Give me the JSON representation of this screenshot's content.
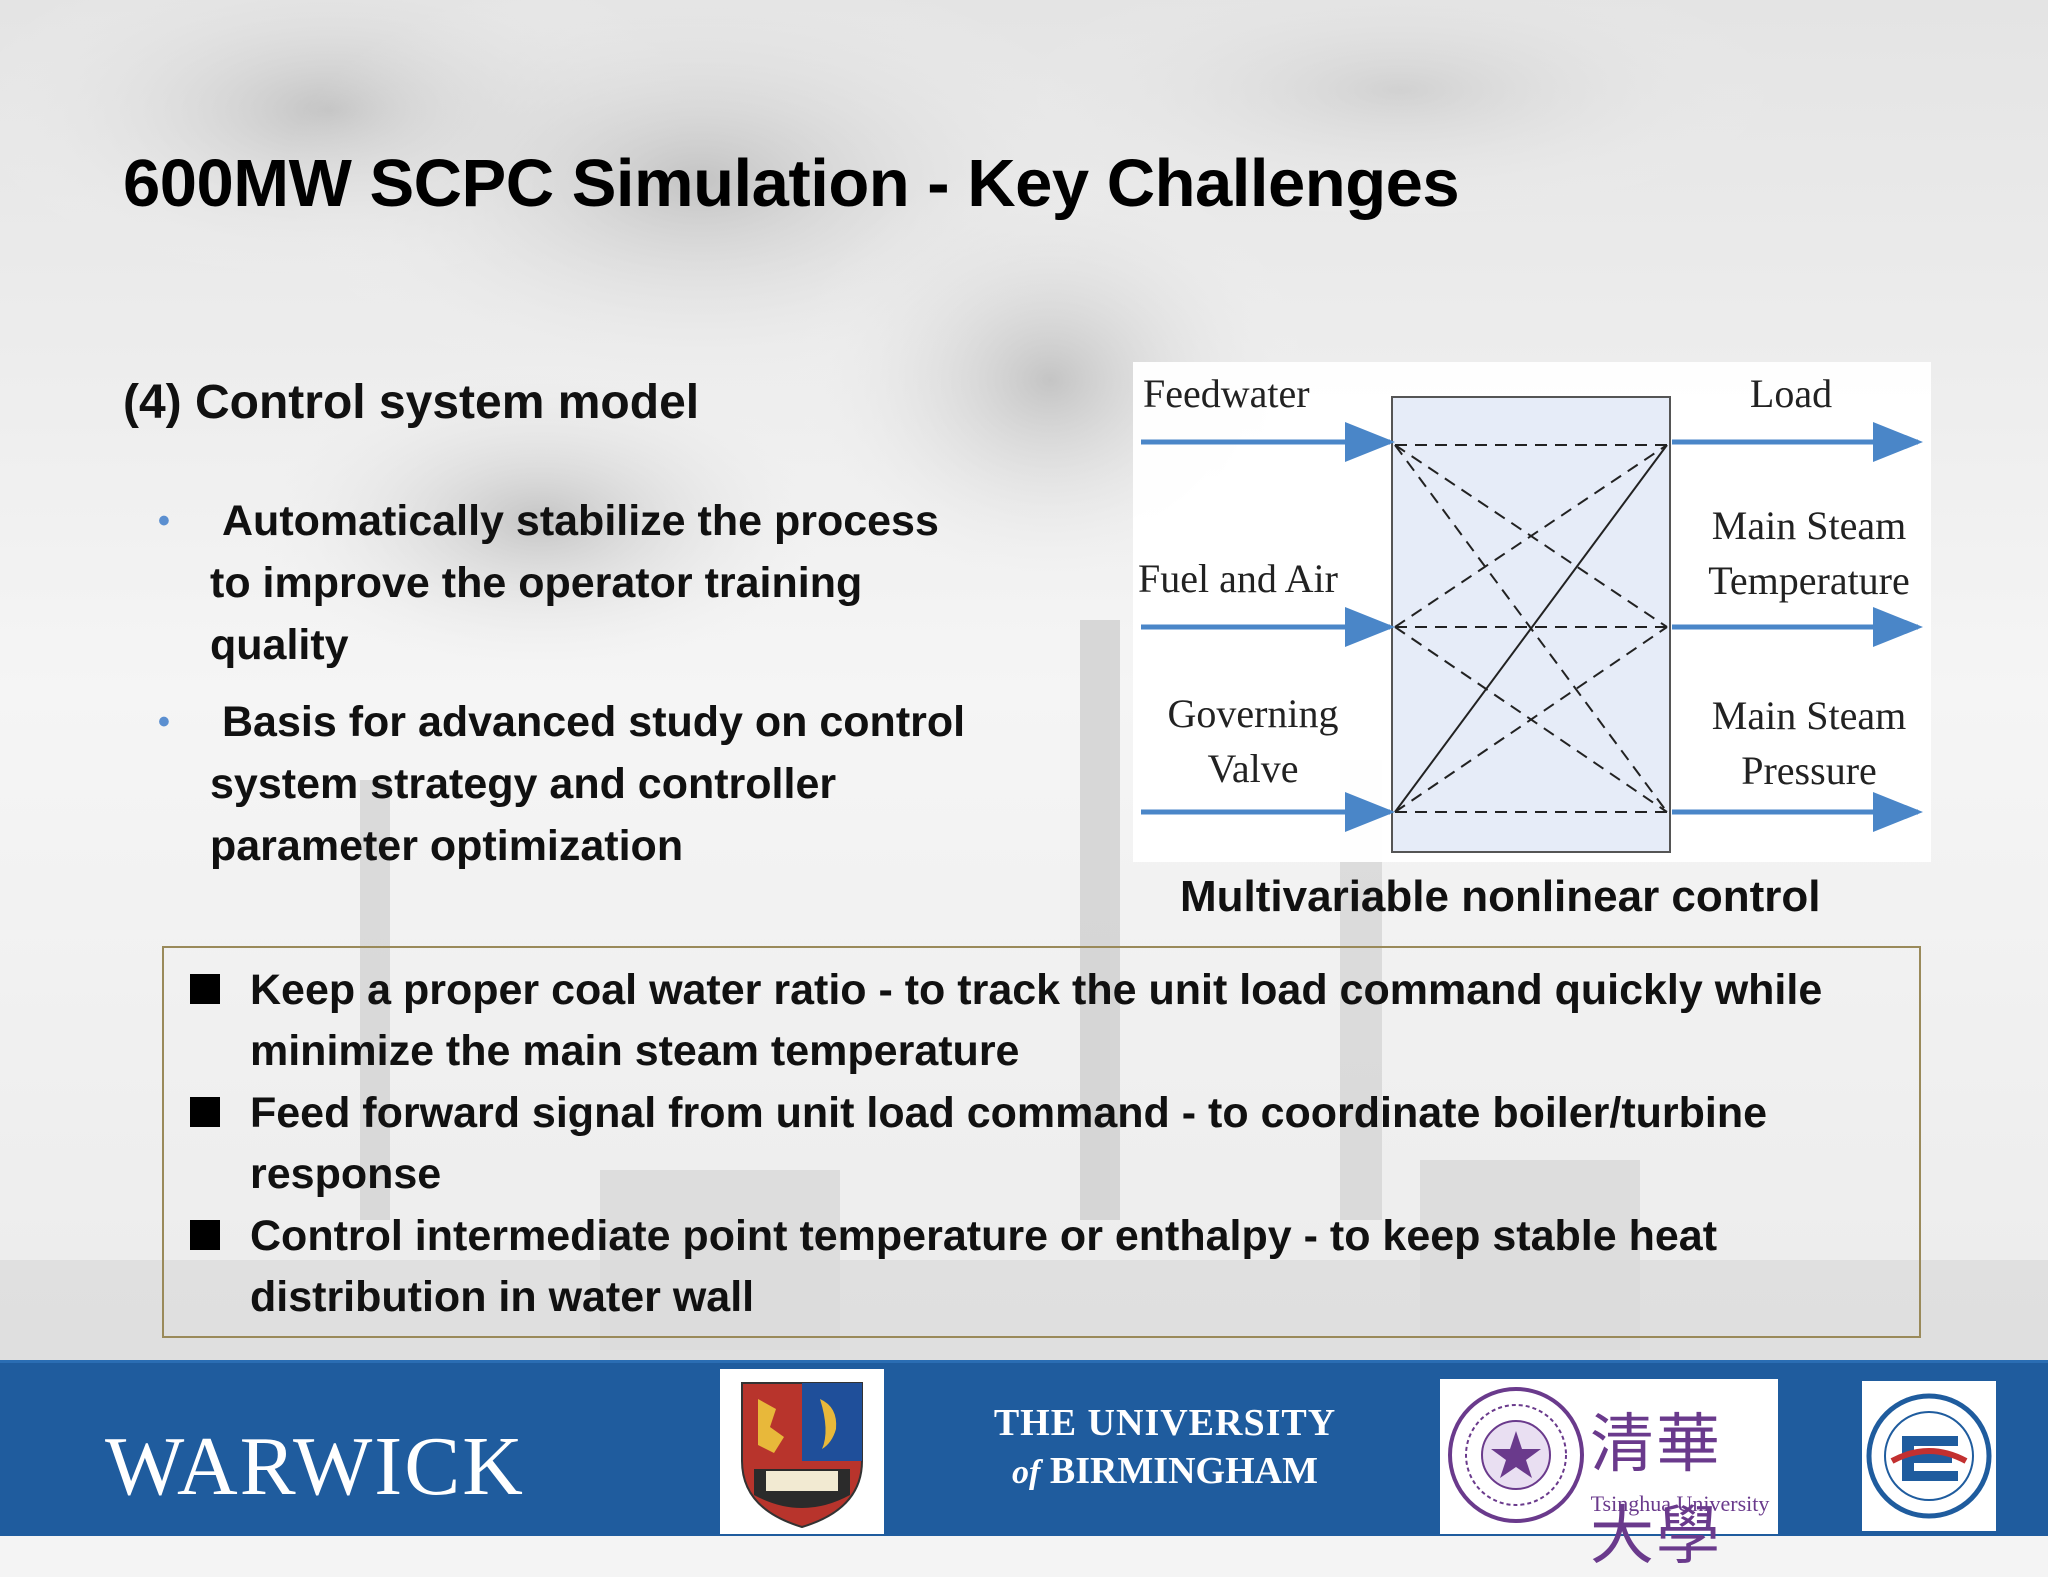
{
  "slide": {
    "title": "600MW SCPC Simulation - Key Challenges",
    "subtitle": "(4) Control system model",
    "bullets": [
      {
        "text": "Automatically stabilize the process to improve the operator training quality"
      },
      {
        "text": "Basis for advanced study on control system strategy and controller parameter optimization"
      }
    ],
    "bullet_glyph": "•",
    "bullet_color": "#5b8fd0"
  },
  "diagram": {
    "inputs": {
      "feedwater": "Feedwater",
      "fuel_and_air": "Fuel and Air",
      "governing_valve_1": "Governing",
      "governing_valve_2": "Valve"
    },
    "outputs": {
      "load": "Load",
      "main_steam_temp_1": "Main Steam",
      "main_steam_temp_2": "Temperature",
      "main_steam_pressure_1": "Main Steam",
      "main_steam_pressure_2": "Pressure"
    },
    "caption": "Multivariable nonlinear control",
    "arrow_color": "#4a86c8",
    "box_fill": "#e6ecf8"
  },
  "notes": [
    {
      "text": "Keep a proper coal water ratio  - to  track the unit  load command quickly while minimize the main steam temperature"
    },
    {
      "text": "Feed forward signal from unit load command - to coordinate boiler/turbine response"
    },
    {
      "text": "Control intermediate point temperature or enthalpy  -  to keep stable heat distribution in water wall"
    }
  ],
  "footer": {
    "background": "#1f5c9e",
    "warwick": "WARWICK",
    "birmingham_line1": "THE UNIVERSITY",
    "birmingham_of": "of",
    "birmingham_line2": "BIRMINGHAM",
    "tsinghua_cn": "清華大學",
    "tsinghua_en": "Tsinghua University",
    "crest_icon": "birmingham-crest-icon",
    "seal_icon": "tsinghua-seal-icon",
    "ncepu_icon": "ncepu-logo-icon"
  }
}
